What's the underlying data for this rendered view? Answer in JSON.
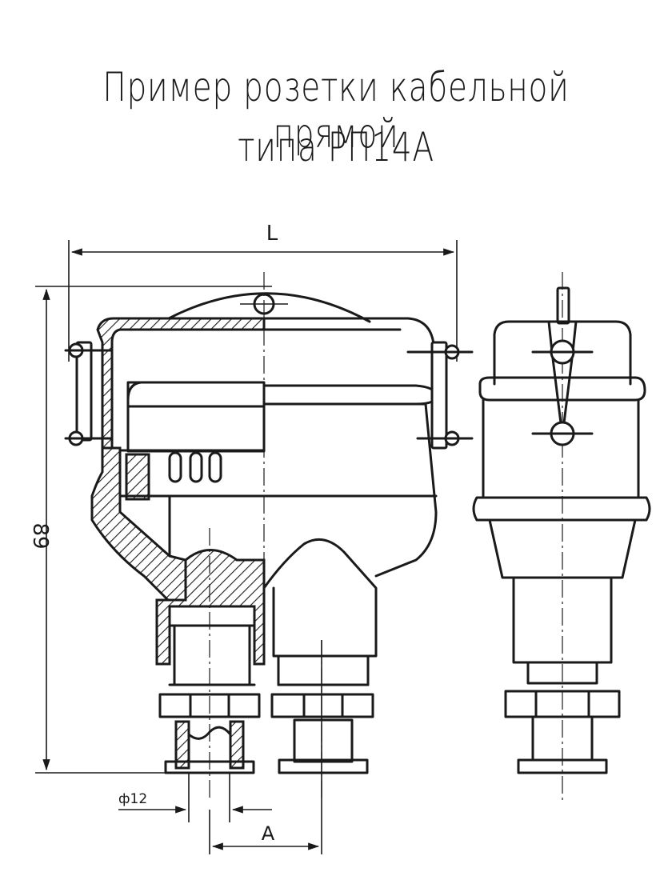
{
  "title": {
    "line1": "Пример розетки кабельной прямой",
    "line2": "типа РП14А"
  },
  "dimensions": {
    "length_label": "L",
    "height_label": "89",
    "diameter_label": "ф12",
    "offset_label": "A"
  }
}
